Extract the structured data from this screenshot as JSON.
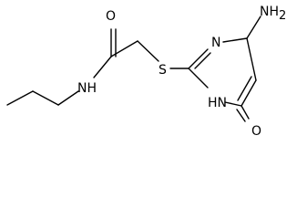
{
  "molecule": {
    "atoms": {
      "oxygen_amide": "O",
      "amide_nh": "NH",
      "sulfur": "S",
      "ring_n_top": "N",
      "ring_nh_bottom": "HN",
      "amino": "NH",
      "amino_subscript": "2",
      "oxygen_ring": "O"
    }
  }
}
